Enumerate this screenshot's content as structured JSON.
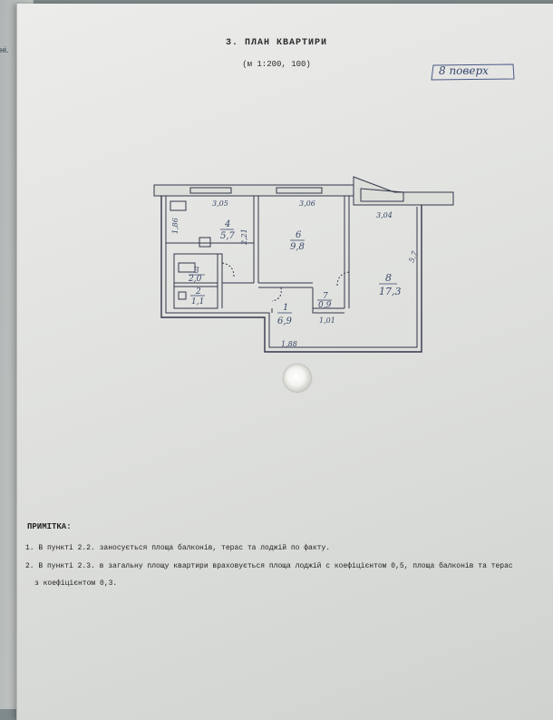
{
  "side_page": {
    "text": "ні."
  },
  "document": {
    "title": "3. ПЛАН КВАРТИРИ",
    "scale": "(м 1:200, 100)",
    "floor_note": "8 поверх"
  },
  "plan": {
    "rooms": [
      {
        "number": "4",
        "area": "5,7"
      },
      {
        "number": "6",
        "area": "9,8"
      },
      {
        "number": "8",
        "area": "17,3"
      },
      {
        "number": "3",
        "area": "2,0"
      },
      {
        "number": "2",
        "area": "1,1"
      },
      {
        "number": "1",
        "area": "6,9"
      },
      {
        "number": "7",
        "area": "0,9"
      }
    ],
    "dimensions": [
      "3,05",
      "3,06",
      "3,04",
      "1,88",
      "1,01",
      "2,21",
      "1,86",
      "5,7"
    ]
  },
  "notes": {
    "heading": "ПРИМІТКА:",
    "item1": "1. В пункті 2.2. заносується площа балконів, терас та лоджій по факту.",
    "item2": "2. В пункті 2.3. в загальну площу  квартири  враховується площа лоджій с коефіцієнтом 0,5, площа балконів   та терас",
    "item2_cont": "з коефіцієнтом 0,3."
  }
}
